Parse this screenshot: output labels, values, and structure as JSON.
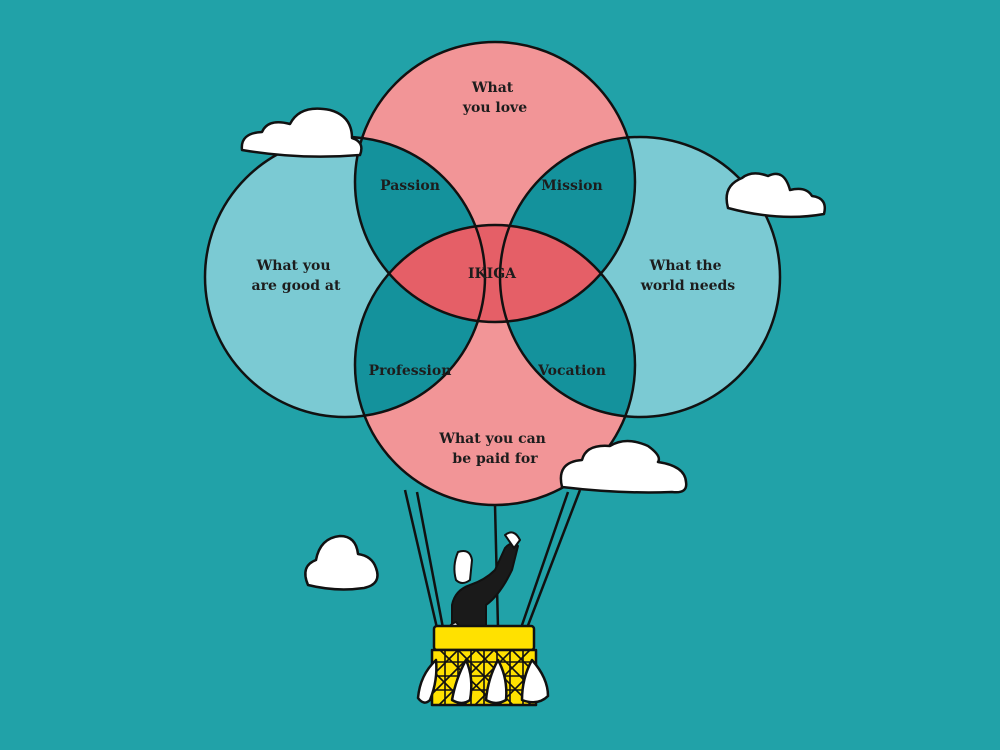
{
  "colors": {
    "background": "#21a2a8",
    "love": "#f29597",
    "good_at": "#7bcad3",
    "overlap": "#14929c",
    "triple": "#e55f67",
    "center": "#ffe100",
    "basket": "#ffe100",
    "outline": "#111111"
  },
  "circles": {
    "love": [
      "What",
      "you love"
    ],
    "good_at": [
      "What you",
      "are good at"
    ],
    "world_needs": [
      "What the",
      "world needs"
    ],
    "paid_for": [
      "What you can",
      "be paid for"
    ]
  },
  "overlaps": {
    "passion": "Passion",
    "mission": "Mission",
    "profession": "Profession",
    "vocation": "Vocation"
  },
  "center": "IKIGA",
  "icons": [
    "cloud-icon",
    "person-waving-icon",
    "balloon-basket-icon"
  ]
}
